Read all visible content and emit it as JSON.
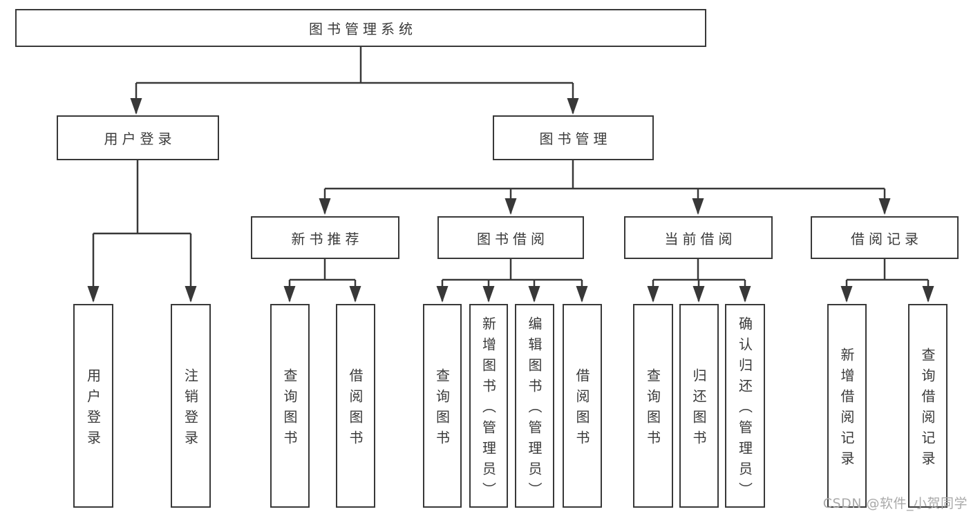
{
  "title": "图书管理系统",
  "watermark": "CSDN @软件_小贺同学",
  "colors": {
    "line": "#383838",
    "text": "#3a3a3a",
    "watermark": "#a9a9a9",
    "background": "#ffffff"
  },
  "tree": {
    "root": {
      "label": "图书管理系统"
    },
    "branches": [
      {
        "label": "用户登录",
        "children": [
          {
            "label": "用户登录"
          },
          {
            "label": "注销登录"
          }
        ]
      },
      {
        "label": "图书管理",
        "children": [
          {
            "label": "新书推荐",
            "children": [
              {
                "label": "查询图书"
              },
              {
                "label": "借阅图书"
              }
            ]
          },
          {
            "label": "图书借阅",
            "children": [
              {
                "label": "查询图书"
              },
              {
                "label": "新增图书（管理员）"
              },
              {
                "label": "编辑图书（管理员）"
              },
              {
                "label": "借阅图书"
              }
            ]
          },
          {
            "label": "当前借阅",
            "children": [
              {
                "label": "查询图书"
              },
              {
                "label": "归还图书"
              },
              {
                "label": "确认归还（管理员）"
              }
            ]
          },
          {
            "label": "借阅记录",
            "children": [
              {
                "label": "新增借阅记录"
              },
              {
                "label": "查询借阅记录"
              }
            ]
          }
        ]
      }
    ]
  }
}
